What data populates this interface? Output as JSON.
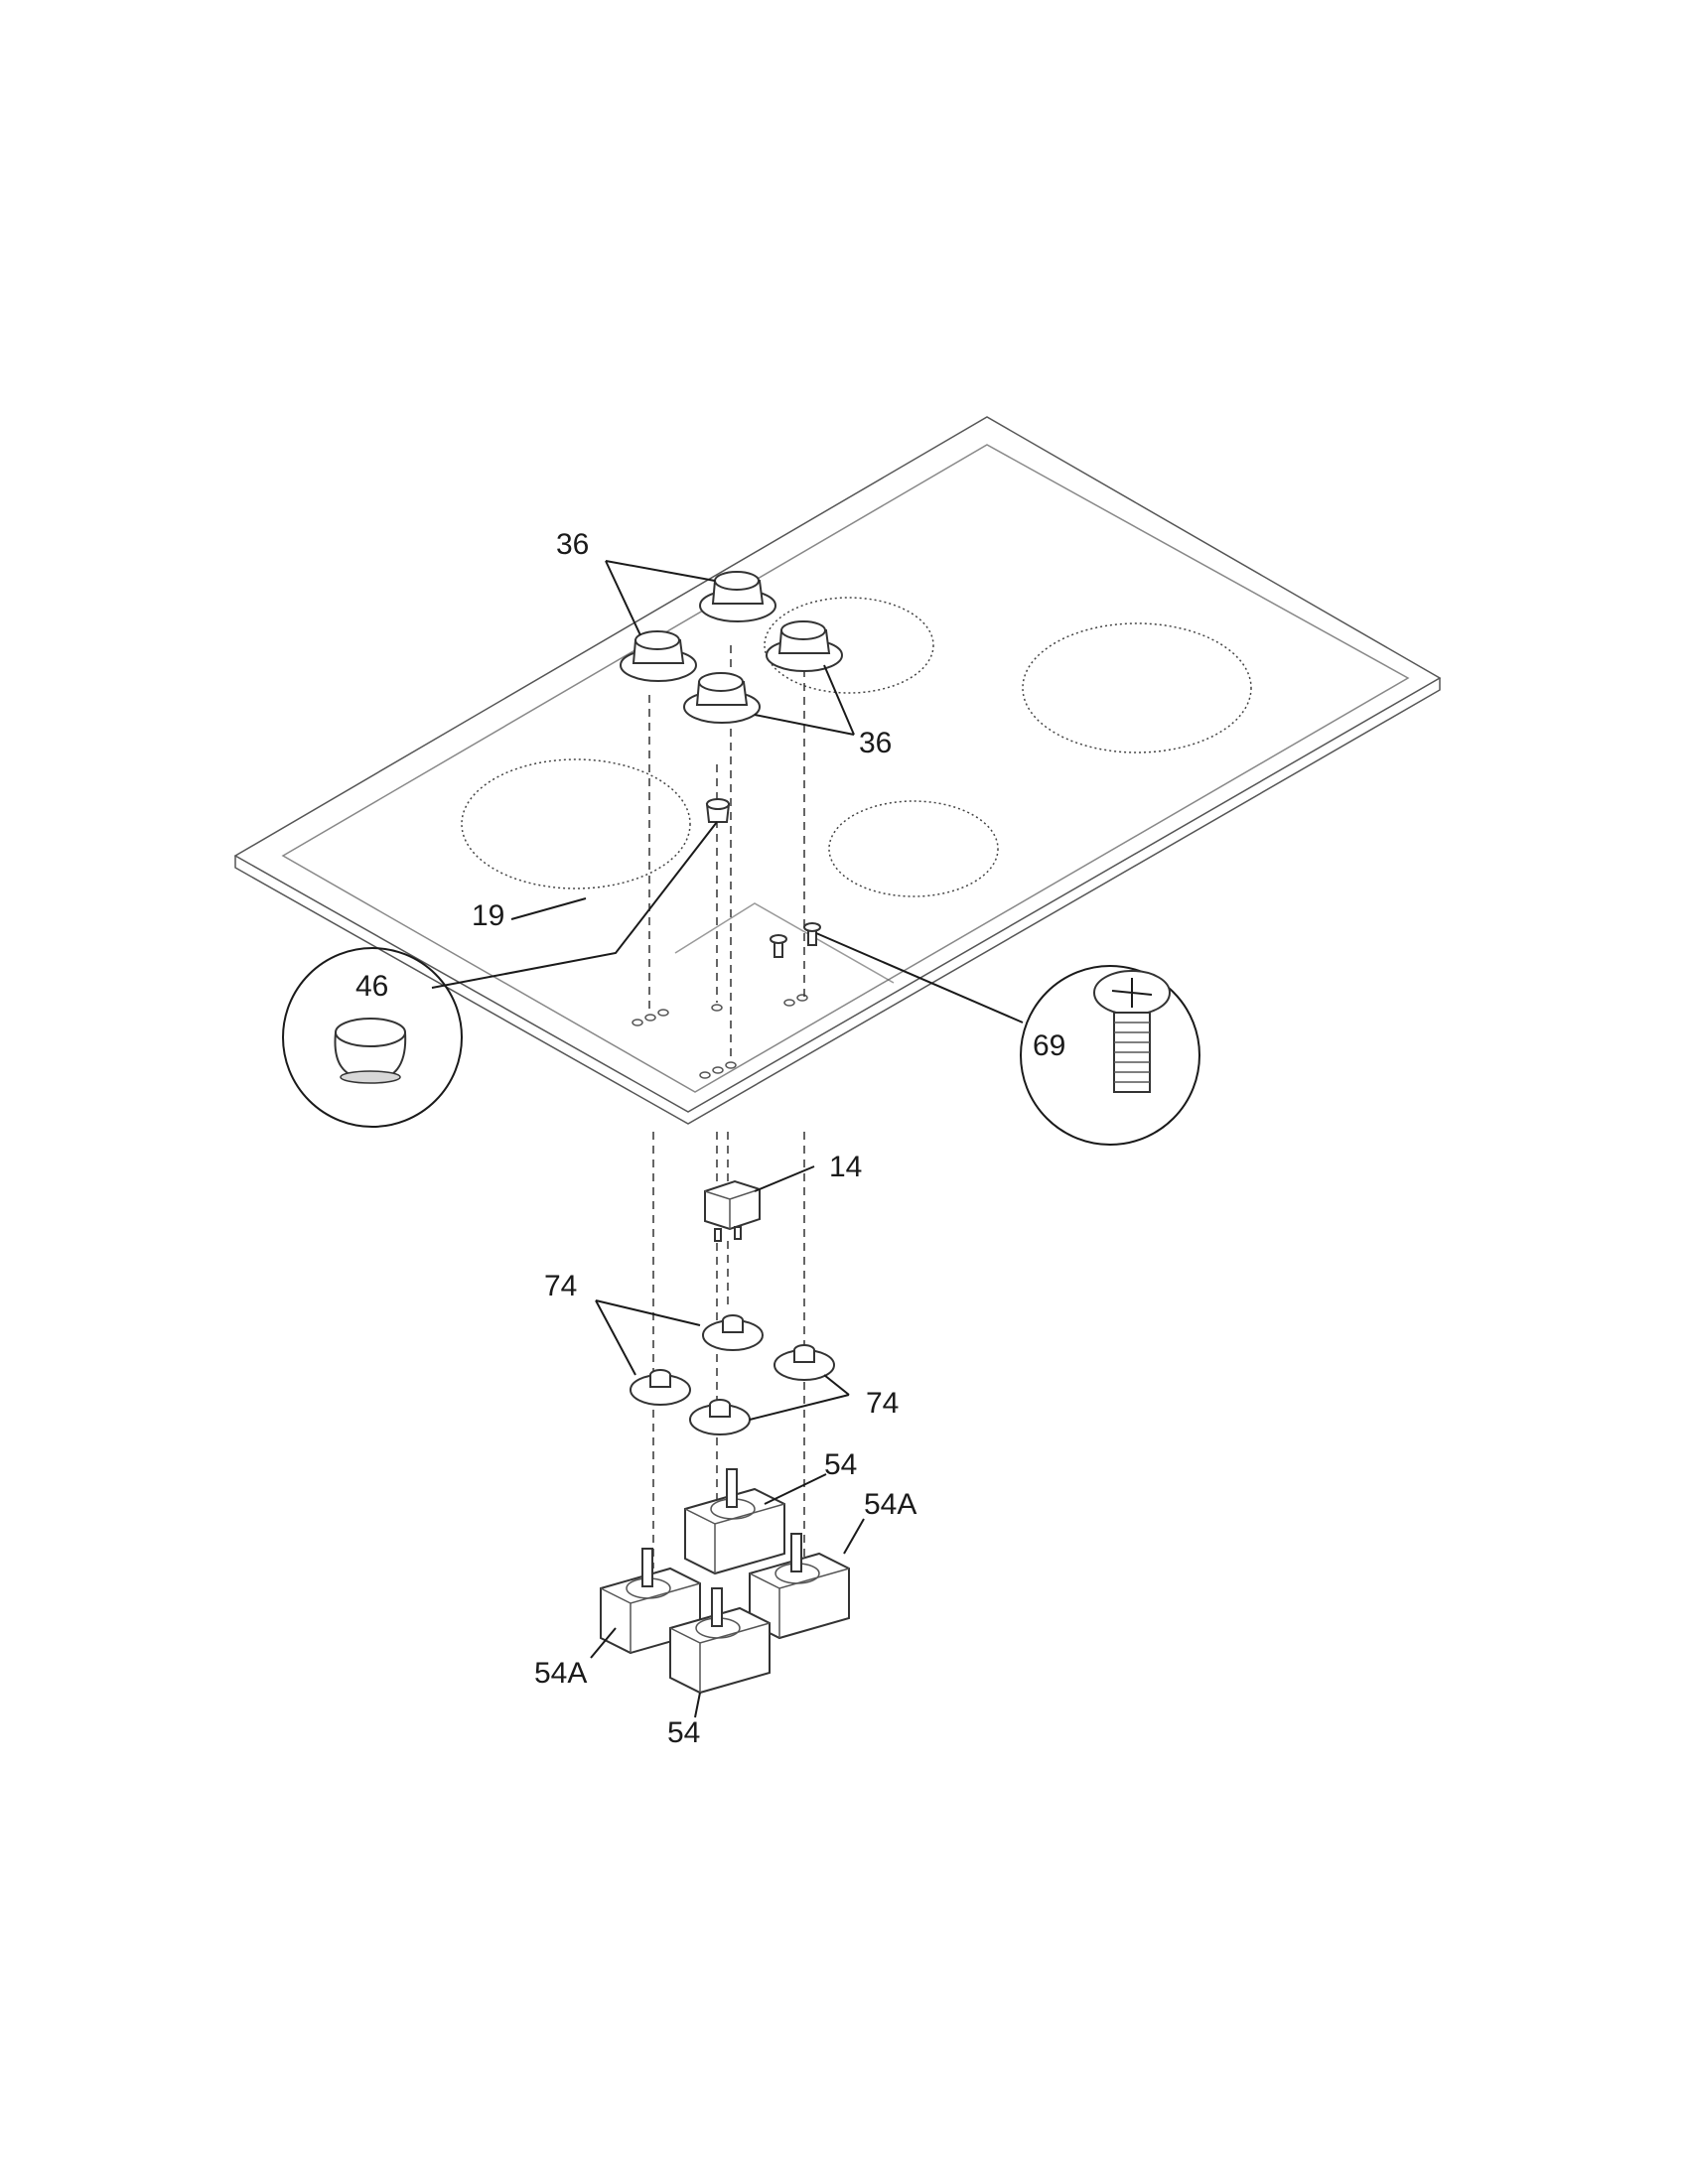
{
  "diagram": {
    "labels": [
      {
        "id": "36a",
        "text": "36"
      },
      {
        "id": "36b",
        "text": "36"
      },
      {
        "id": "19",
        "text": "19"
      },
      {
        "id": "46",
        "text": "46"
      },
      {
        "id": "69",
        "text": "69"
      },
      {
        "id": "14",
        "text": "14"
      },
      {
        "id": "74a",
        "text": "74"
      },
      {
        "id": "74b",
        "text": "74"
      },
      {
        "id": "54a",
        "text": "54"
      },
      {
        "id": "54b",
        "text": "54"
      },
      {
        "id": "54Aa",
        "text": "54A"
      },
      {
        "id": "54Ab",
        "text": "54A"
      }
    ]
  }
}
